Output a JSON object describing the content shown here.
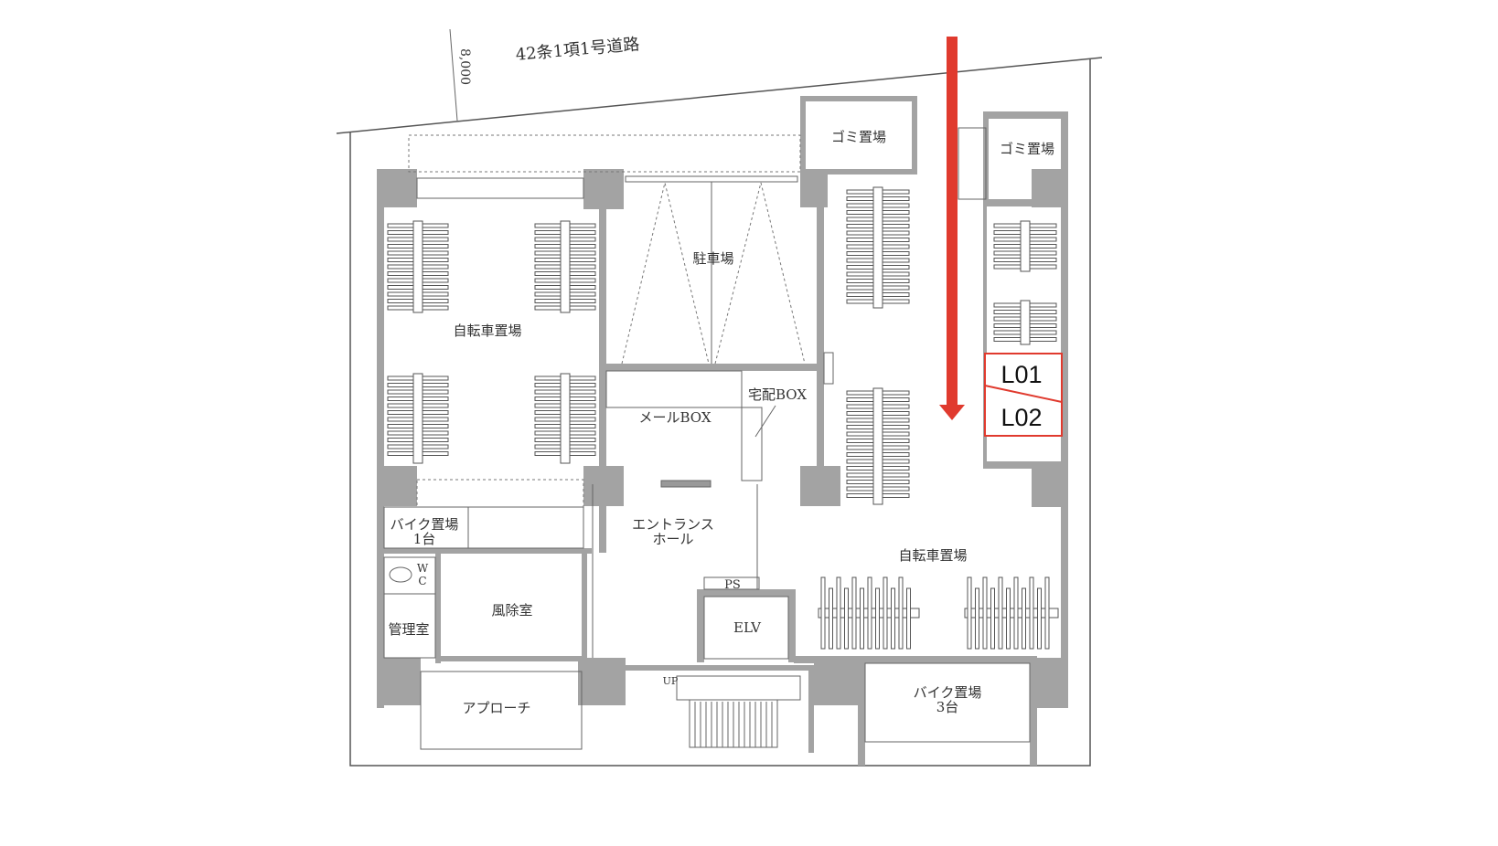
{
  "road": {
    "label": "42条1項1号道路",
    "width": "8,000"
  },
  "rooms": {
    "parking": "駐車場",
    "bicycle_left": "自転車置場",
    "bicycle_right": "自転車置場",
    "mail_box": "メールBOX",
    "delivery_box": "宅配BOX",
    "entrance_1": "エントランス",
    "entrance_2": "ホール",
    "bike_1_a": "バイク置場",
    "bike_1_b": "1台",
    "wc_1": "W",
    "wc_2": "C",
    "windbreak": "風除室",
    "management": "管理室",
    "ps": "PS",
    "elv": "ELV",
    "up": "UP",
    "approach": "アプローチ",
    "bike_3_a": "バイク置場",
    "bike_3_b": "3台",
    "garbage_center": "ゴミ置場",
    "garbage_right": "ゴミ置場"
  },
  "markers": {
    "l01": "L01",
    "l02": "L02",
    "highlight_color": "#e03a2e",
    "arrow_color": "#e03a2e"
  }
}
